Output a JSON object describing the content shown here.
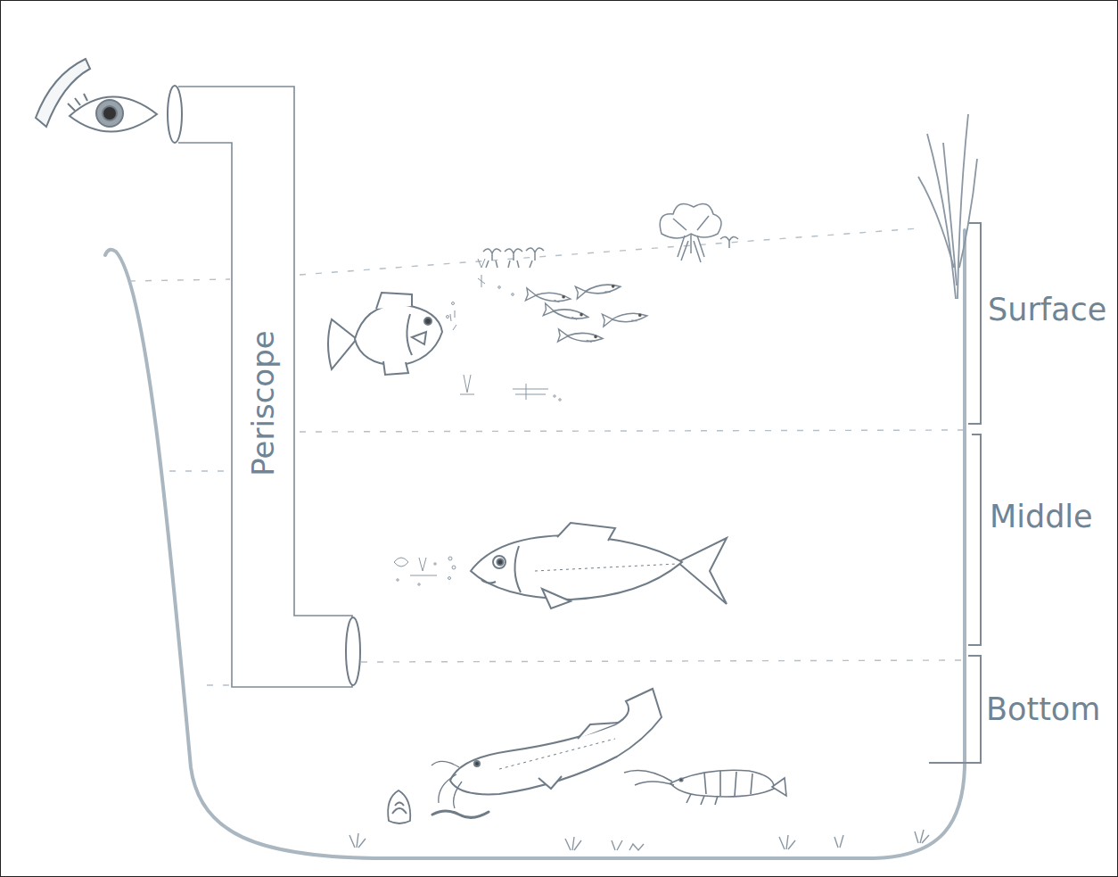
{
  "diagram": {
    "nodes": [
      {
        "text": [
          "Periscope"
        ]
      }
    ],
    "labels": [
      "Surface",
      "Middle",
      "Bottom"
    ]
  }
}
